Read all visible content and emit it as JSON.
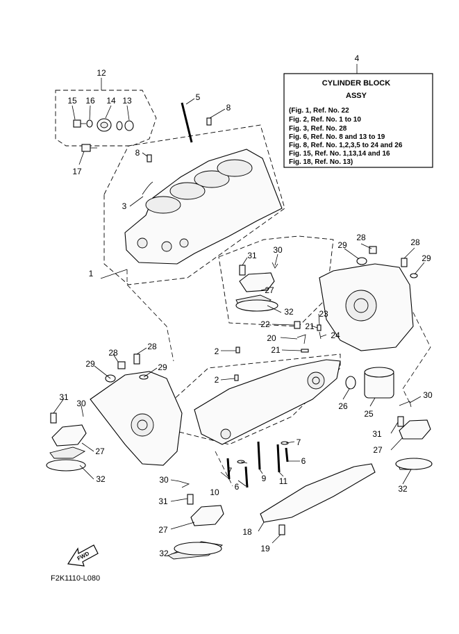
{
  "callouts": {
    "c1": "1",
    "c2a": "2",
    "c2b": "2",
    "c3": "3",
    "c4": "4",
    "c5": "5",
    "c6a": "6",
    "c6b": "6",
    "c7a": "7",
    "c7b": "7",
    "c8a": "8",
    "c8b": "8",
    "c9": "9",
    "c10": "10",
    "c11": "11",
    "c12": "12",
    "c13": "13",
    "c14": "14",
    "c15": "15",
    "c16": "16",
    "c17": "17",
    "c18": "18",
    "c19": "19",
    "c20": "20",
    "c21a": "21",
    "c21b": "21",
    "c22": "22",
    "c23": "23",
    "c24": "24",
    "c25": "25",
    "c26": "26",
    "c27a": "27",
    "c27b": "27",
    "c27c": "27",
    "c27d": "27",
    "c28a": "28",
    "c28b": "28",
    "c28c": "28",
    "c28d": "28",
    "c29a": "29",
    "c29b": "29",
    "c29c": "29",
    "c29d": "29",
    "c30a": "30",
    "c30b": "30",
    "c30c": "30",
    "c30d": "30",
    "c31a": "31",
    "c31b": "31",
    "c31c": "31",
    "c31d": "31",
    "c32a": "32",
    "c32b": "32",
    "c32c": "32",
    "c32d": "32"
  },
  "note_box": {
    "title": "CYLINDER BLOCK",
    "subtitle": "ASSY",
    "lines": [
      "(Fig. 1, Ref. No. 22",
      " Fig. 2, Ref. No. 1 to 10",
      " Fig. 3, Ref. No. 28",
      " Fig. 6, Ref. No. 8 and 13 to 19",
      " Fig. 8, Ref. No. 1,2,3,5 to 24 and 26",
      " Fig. 15, Ref. No. 1,13,14 and 16",
      " Fig. 18, Ref. No. 13)"
    ]
  },
  "fwd_label": "FWD",
  "diagram_code": "F2K1110-L080"
}
